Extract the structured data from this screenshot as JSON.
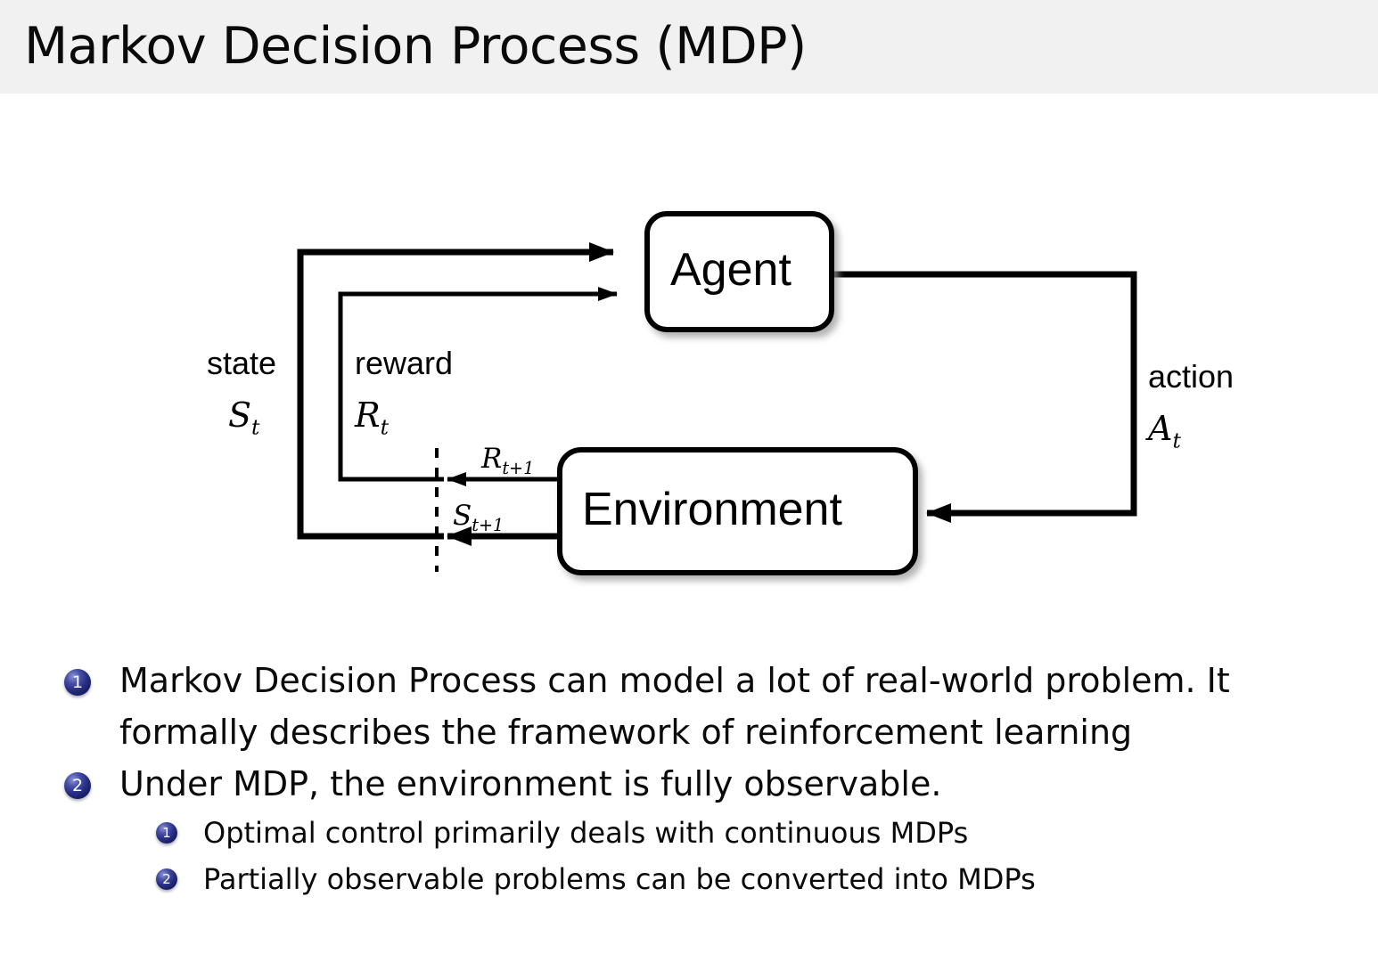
{
  "header": {
    "title": "Markov Decision Process (MDP)",
    "background": "#f1f1f1"
  },
  "diagram": {
    "name": "agent-environment-interaction-diagram",
    "boxes": {
      "agent": "Agent",
      "environment": "Environment"
    },
    "labels": {
      "state_word": "state",
      "state_sym": "S",
      "state_sub": "t",
      "reward_word": "reward",
      "reward_sym": "R",
      "reward_sub": "t",
      "action_word": "action",
      "action_sym": "A",
      "action_sub": "t",
      "reward_next_sym": "R",
      "reward_next_sub": "t+1",
      "state_next_sym": "S",
      "state_next_sub": "t+1"
    },
    "colors": {
      "stroke": "#000000",
      "box_fill": "#ffffff"
    }
  },
  "bullets": {
    "accent": "#272f84",
    "items": [
      {
        "number": "1",
        "lines": [
          "Markov Decision Process can model a lot of real-world problem.  It",
          "formally describes the framework of reinforcement learning"
        ]
      },
      {
        "number": "2",
        "lines": [
          "Under MDP, the environment is fully observable."
        ],
        "subitems": [
          {
            "number": "1",
            "text": "Optimal control primarily deals with continuous MDPs"
          },
          {
            "number": "2",
            "text": "Partially observable problems can be converted into MDPs"
          }
        ]
      }
    ]
  }
}
